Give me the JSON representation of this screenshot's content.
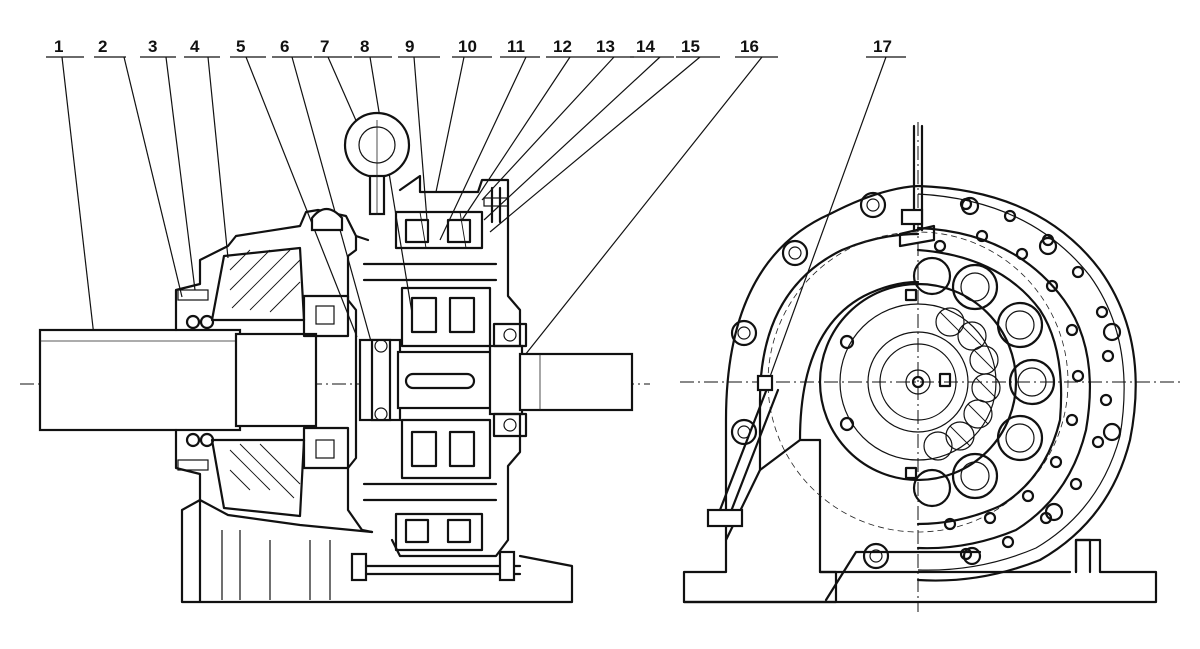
{
  "drawing": {
    "labels": [
      "1",
      "2",
      "3",
      "4",
      "5",
      "6",
      "7",
      "8",
      "9",
      "10",
      "11",
      "12",
      "13",
      "14",
      "15",
      "16",
      "17"
    ]
  }
}
